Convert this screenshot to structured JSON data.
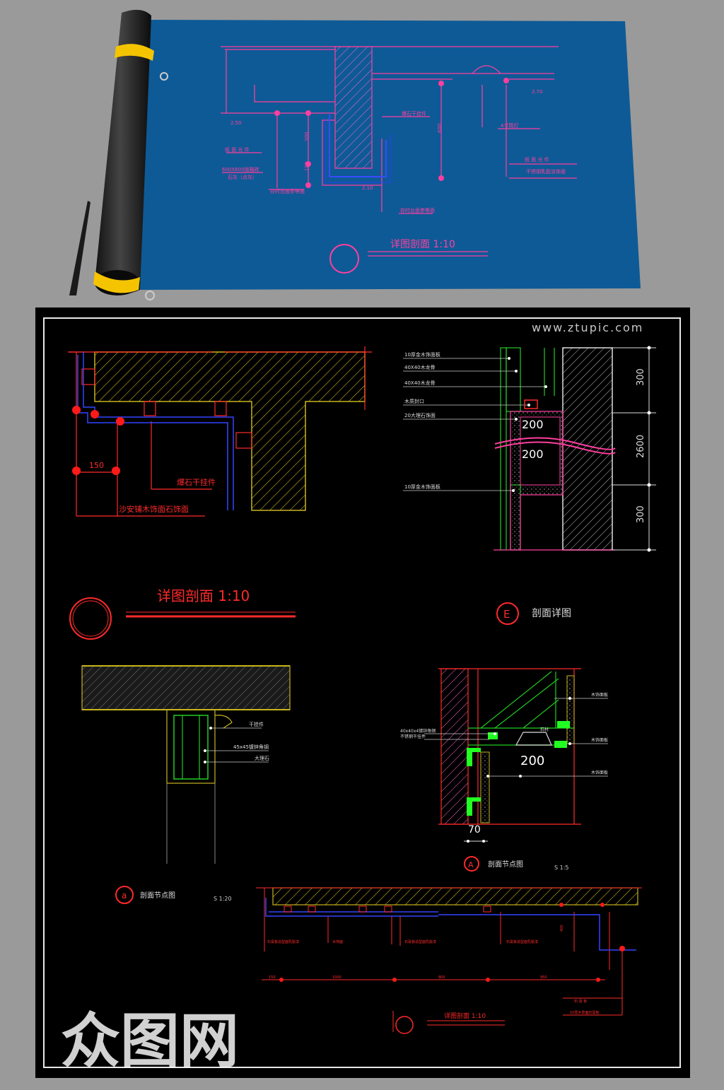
{
  "watermark": "www.ztupic.com",
  "logo_text": "众图网",
  "colors": {
    "blueprint": "#0e5a96",
    "cad_bg": "#000000",
    "line_pink": "#ff3f9f",
    "line_red": "#ff1a1a",
    "line_yellow": "#c8b41e",
    "line_green": "#1fd21f",
    "line_blue": "#2d3cff",
    "roll_band": "#f5c400"
  },
  "blueprint": {
    "title": "详图剖面 1:10",
    "dims": {
      "d250": "2.50",
      "d270": "2.70",
      "d210": "2.10",
      "d300": "300",
      "d100": "100",
      "d600": "600"
    },
    "labels": {
      "stone_hanger": "爆石干挂件",
      "lamp": "4寸筒灯",
      "ceiling_left": "纸 面 光 件",
      "tile_size": "600X600抛釉砖",
      "tile_floor": "石灰（点灰）",
      "floor_finish": "存时台面参等面",
      "wall_finish": "存时台面参等面",
      "ceiling_right": "纸 面 光 件",
      "steel_plate": "不锈钢乳胶涂饰面"
    }
  },
  "cad": {
    "view1": {
      "dim150": "150",
      "label_hanger": "爆石干挂件",
      "label_wall": "沙安铺木饰面石饰面",
      "title": "详图剖面 1:10"
    },
    "viewE": {
      "labels": [
        "10厚金木饰面板",
        "40X40木龙骨",
        "40X40木龙骨",
        "木质封口",
        "20大理石饰面",
        "10厚金木饰面板"
      ],
      "dim200a": "200",
      "dim200b": "200",
      "dim300top": "300",
      "dim2600": "2600",
      "dim300bot": "300",
      "marker": "E",
      "title": "剖面详图"
    },
    "viewa": {
      "labels": [
        "干挂件",
        "45x45镀锌角钢",
        "大理石"
      ],
      "marker": "a",
      "title": "剖面节点图",
      "scale": "S 1:20"
    },
    "viewA": {
      "labels_right": [
        "木饰面板",
        "木饰面板",
        "木饰面板"
      ],
      "labels_left": [
        "40x40x4镀锌角钢",
        "不锈钢干挂件"
      ],
      "label_mid": "石材",
      "dim200": "200",
      "dim70": "70",
      "marker": "A",
      "title": "剖面节点图",
      "scale": "S 1:5"
    },
    "view4": {
      "labels": [
        "石膏板造型面乳胶漆",
        "木饰面",
        "石膏板造型面乳胶漆",
        "石膏板造型面乳胶漆",
        "石 膏 板",
        "10厚木饰面石膏板"
      ],
      "dims": [
        "150",
        "1000",
        "800",
        "950"
      ],
      "dim400": "400",
      "title": "详图剖面 1:10"
    }
  }
}
